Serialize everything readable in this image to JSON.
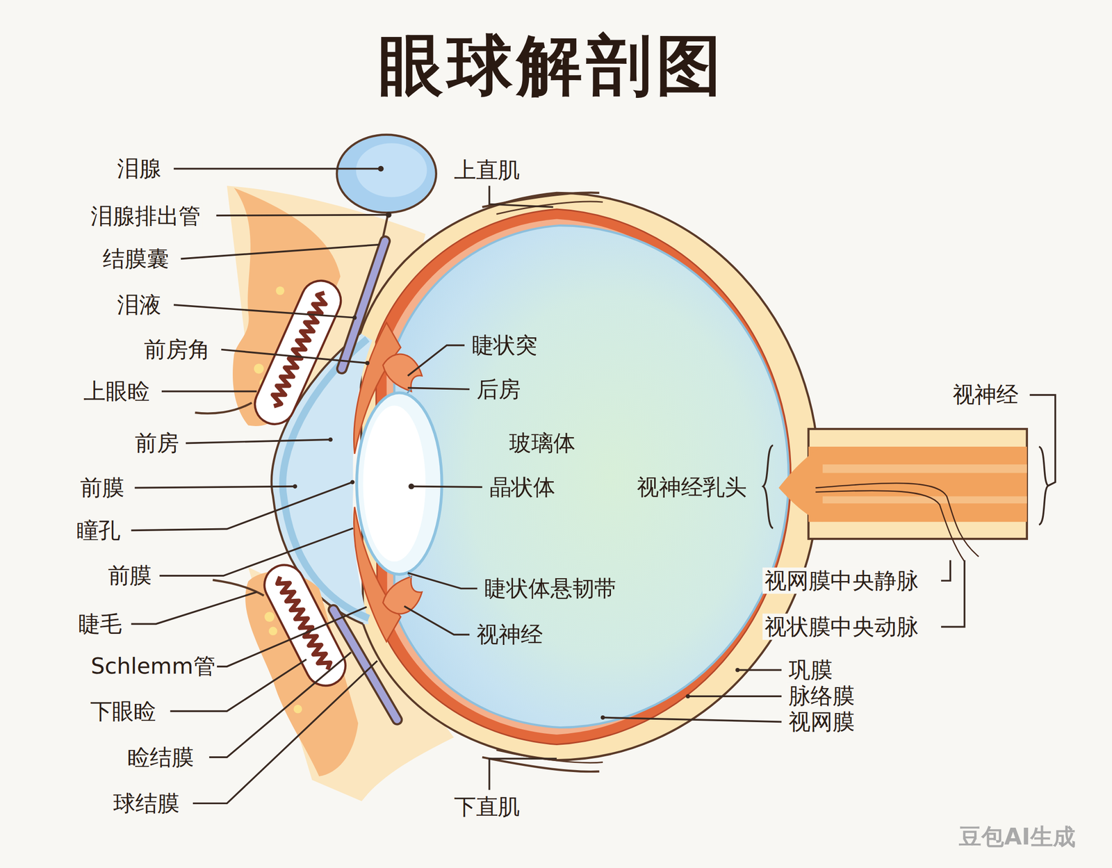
{
  "diagram": {
    "title": "眼球解剖图",
    "labels": [
      "泪腺",
      "泪腺排出管",
      "结膜囊",
      "泪液",
      "前房角",
      "上眼睑",
      "前房",
      "前膜",
      "瞳孔",
      "前膜",
      "睫毛",
      "Schlemm管",
      "下眼睑",
      "睑结膜",
      "球结膜",
      "上直肌",
      "睫状突",
      "后房",
      "玻璃体",
      "晶状体",
      "视神经乳头",
      "睫状体悬韧带",
      "视神经",
      "视神经",
      "视网膜中央静脉",
      "视状膜中央动脉",
      "巩膜",
      "脉络膜",
      "视网膜",
      "下直肌",
      "豆包AI生成"
    ]
  }
}
